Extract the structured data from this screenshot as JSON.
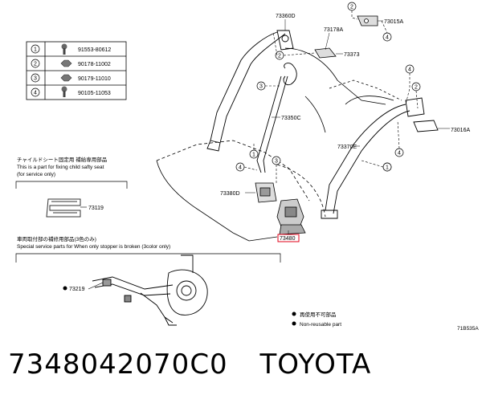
{
  "legend": {
    "rows": [
      {
        "num": "1",
        "part": "91553-80612"
      },
      {
        "num": "2",
        "part": "90178-11002"
      },
      {
        "num": "3",
        "part": "90179-11010"
      },
      {
        "num": "4",
        "part": "90105-11053"
      }
    ]
  },
  "child_seat_note": {
    "jp": "チャイルドシート固定用 補給専用部品",
    "en1": "This is a part for fixing child safty seat",
    "en2": "(for service only)",
    "part": "73119"
  },
  "stopper_note": {
    "jp": "車両取付部の補修用部品(3色のみ)",
    "en": "Special service parts for When only stopper is broken (3color only)",
    "part": "73219"
  },
  "callouts": {
    "p73360D": "73360D",
    "p73178A": "73178A",
    "p73015A": "73015A",
    "p73373": "73373",
    "p73350C": "73350C",
    "p73016A": "73016A",
    "p73370E": "73370E",
    "p73380D": "73380D",
    "p73480": "73480"
  },
  "notes": {
    "nonreusable_jp": "再使用不可部品",
    "nonreusable_en": "Non-reusable part",
    "diagram_code": "71B535A"
  },
  "footer": {
    "part_number": "7348042070C0",
    "brand": "TOYOTA"
  },
  "colors": {
    "highlight": "#e0001a",
    "line": "#000000"
  }
}
